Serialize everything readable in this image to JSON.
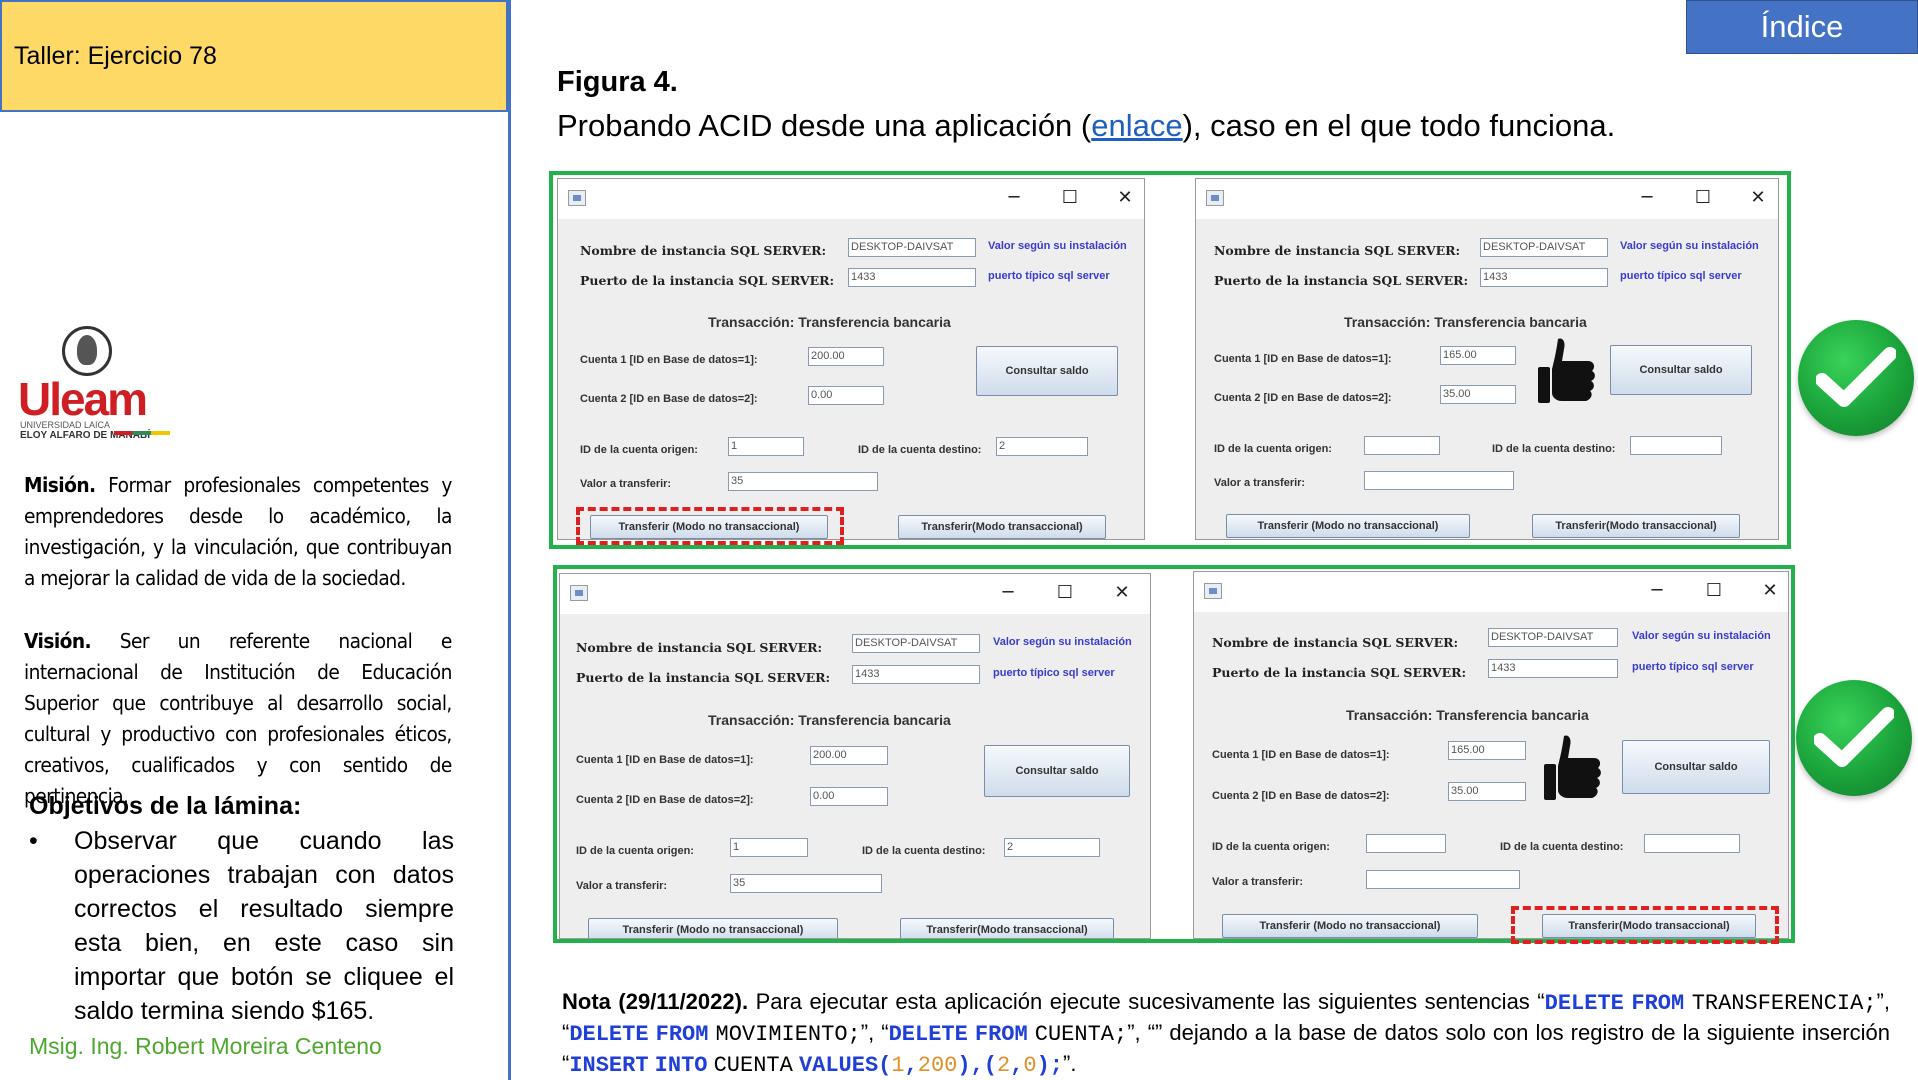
{
  "sidebar": {
    "header": "Taller: Ejercicio 78",
    "logo": {
      "word": "Uleam",
      "sub1": "UNIVERSIDAD LAICA",
      "sub2": "ELOY ALFARO DE MANABÍ"
    },
    "mision_label": "Misión.",
    "mision_text": " Formar profesionales competentes y emprendedores desde lo académico, la investigación, y la vinculación, que contribuyan a mejorar la calidad de vida de la sociedad.",
    "vision_label": "Visión.",
    "vision_text": " Ser un referente nacional e internacional de Institución de Educación Superior que contribuye al desarrollo social, cultural y productivo con profesionales éticos, creativos, cualificados y con sentido de pertinencia.",
    "objetivos_title": "Objetivos de la lámina:",
    "bullet": "•",
    "objetivo": "Observar que cuando las operaciones trabajan con datos correctos el resultado siempre esta bien, en este caso sin importar que botón se cliquee el saldo termina siendo $165.",
    "author": "Msig. Ing. Robert Moreira Centeno"
  },
  "indice_label": "Índice",
  "figure": {
    "title": "Figura 4.",
    "caption_before": "Probando ACID desde una aplicación (",
    "caption_link": "enlace",
    "caption_after": "), caso en el que todo funciona."
  },
  "app": {
    "minimize": "─",
    "maximize": "☐",
    "close": "✕",
    "label_instance": "Nombre de instancia SQL SERVER:",
    "label_port": "Puerto de la instancia SQL SERVER:",
    "hint_instance": "Valor según su instalación",
    "hint_port": "puerto típico sql server",
    "section": "Transacción: Transferencia bancaria",
    "label_acc1": "Cuenta 1 [ID en Base de datos=1]:",
    "label_acc2": "Cuenta 2 [ID en Base de datos=2]:",
    "btn_consult": "Consultar saldo",
    "label_origin": "ID de la cuenta origen:",
    "label_dest": "ID de la cuenta destino:",
    "label_amount": "Valor a transferir:",
    "btn_non_tx": "Transferir (Modo no transaccional)",
    "btn_tx": "Transferir(Modo transaccional)"
  },
  "windows": [
    {
      "instance": "DESKTOP-DAIVSAT",
      "port": "1433",
      "acc1": "200.00",
      "acc2": "0.00",
      "origin": "1",
      "dest": "2",
      "amount": "35"
    },
    {
      "instance": "DESKTOP-DAIVSAT",
      "port": "1433",
      "acc1": "165.00",
      "acc2": "35.00",
      "origin": "",
      "dest": "",
      "amount": ""
    },
    {
      "instance": "DESKTOP-DAIVSAT",
      "port": "1433",
      "acc1": "200.00",
      "acc2": "0.00",
      "origin": "1",
      "dest": "2",
      "amount": "35"
    },
    {
      "instance": "DESKTOP-DAIVSAT",
      "port": "1433",
      "acc1": "165.00",
      "acc2": "35.00",
      "origin": "",
      "dest": "",
      "amount": ""
    }
  ],
  "note": {
    "label": "Nota (29/11/2022).",
    "t1": " Para ejecutar esta aplicación ejecute sucesivamente las siguientes sentencias “",
    "k_delete": "DELETE",
    "k_from": "FROM",
    "k_insert": "INSERT",
    "k_into": "INTO",
    "k_values": "VALUES",
    "tbl1": "TRANSFERENCIA;",
    "tbl2": "MOVIMIENTO;",
    "tbl3": "CUENTA;",
    "sep1": "”, “",
    "t_end": "”, “” dejando a la base de datos solo con los registro de la siguiente inserción “",
    "tbl_cuenta": "CUENTA",
    "p1": "(",
    "n1": "1",
    "c": ",",
    "n200": "200",
    "p2": "),(",
    "n2": "2",
    "n0": "0",
    "p3": ");",
    "close": "”."
  }
}
